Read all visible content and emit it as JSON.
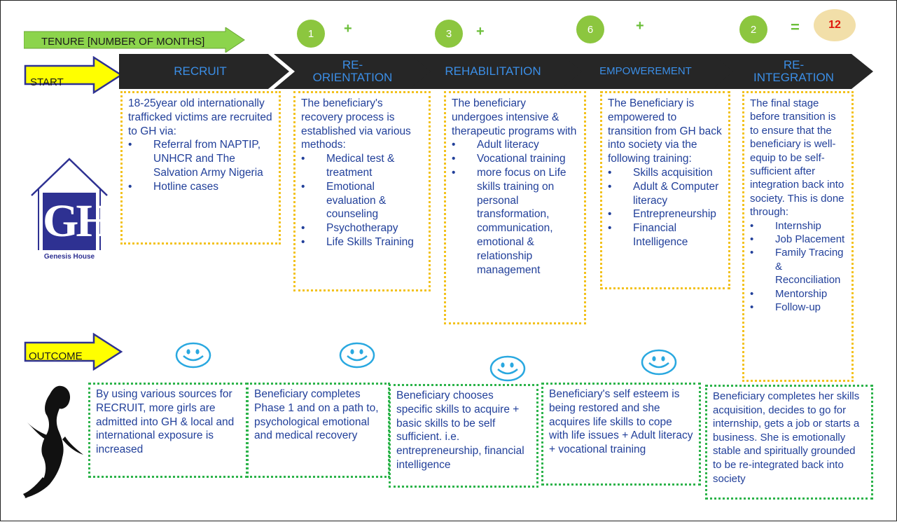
{
  "tenure_label": "TENURE [NUMBER OF MONTHS]",
  "start_label": "START",
  "outcome_label": "OUTCOME",
  "logo": {
    "letters": "GH",
    "caption": "Genesis House"
  },
  "tenure": {
    "months": [
      "1",
      "3",
      "6",
      "2"
    ],
    "plus": "+",
    "equals": "=",
    "total": "12"
  },
  "stages": [
    "RECRUIT",
    "RE-\nORIENTATION",
    "REHABILITATION",
    "EMPOWEREMENT",
    "RE-\nINTEGRATION"
  ],
  "details": [
    {
      "intro": "18-25year old internationally trafficked victims are recruited to GH via:",
      "bullets": [
        "Referral from NAPTIP, UNHCR and The Salvation Army Nigeria",
        "Hotline cases"
      ]
    },
    {
      "intro": "The beneficiary's recovery process is established via various methods:",
      "bullets": [
        "Medical test & treatment",
        "Emotional evaluation & counseling",
        "Psychotherapy",
        "Life Skills Training"
      ]
    },
    {
      "intro": "The beneficiary undergoes intensive & therapeutic programs with",
      "bullets": [
        "Adult literacy",
        "Vocational training",
        "more focus on Life skills training on personal transformation, communication, emotional & relationship management"
      ]
    },
    {
      "intro": "The Beneficiary is empowered to transition from GH back into society via the following training:",
      "bullets": [
        "Skills acquisition",
        "Adult & Computer literacy",
        "Entrepreneurship",
        "Financial Intelligence"
      ]
    },
    {
      "intro": "The final stage before transition is to ensure that the beneficiary is well-equip to be self-sufficient after integration back into society. This is done through:",
      "bullets": [
        "Internship",
        "Job Placement",
        "Family Tracing & Reconciliation",
        "Mentorship",
        "Follow-up"
      ]
    }
  ],
  "outcomes": [
    "By using various sources for RECRUIT, more girls are admitted into GH & local and international exposure is increased",
    "Beneficiary completes Phase 1 and on a path to, psychological emotional and medical recovery",
    "Beneficiary chooses specific skills to acquire + basic skills to be self sufficient. i.e. entrepreneurship, financial intelligence",
    "Beneficiary's self esteem is being restored and she acquires life skills to cope with life issues + Adult literacy + vocational training",
    "Beneficiary  completes her skills acquisition, decides to go for internship, gets a job or starts a business. She is emotionally stable and spiritually grounded to be re-integrated back into society"
  ],
  "colors": {
    "chevron": "#262626",
    "stage_text": "#3b8ee6",
    "circle": "#8cc63f",
    "total_circle": "#f2dfa9",
    "total_text": "#e0180c",
    "detail_border": "#f3c21d",
    "outcome_border": "#2cb34a",
    "body_text": "#22409a",
    "arrow_yellow": "#ffff00",
    "tenure_arrow": "#8cd44c",
    "logo": "#2e3192"
  }
}
